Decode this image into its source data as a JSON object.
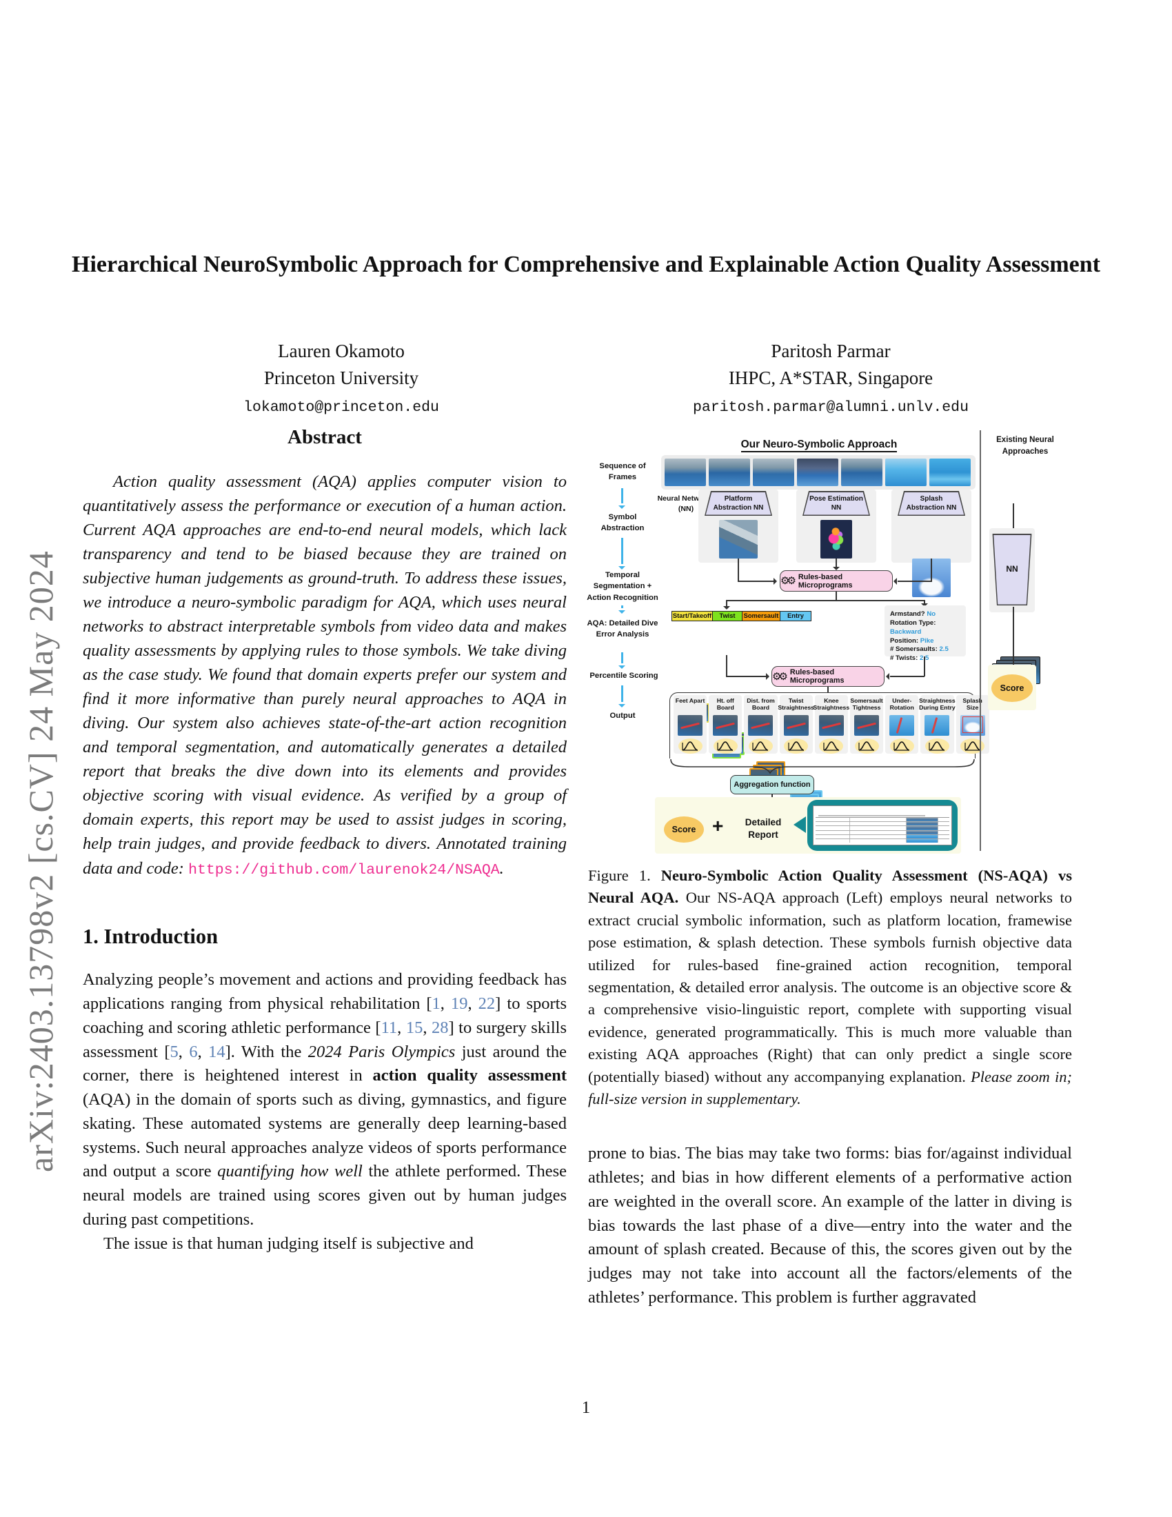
{
  "watermark": "arXiv:2403.13798v2  [cs.CV]  24 May 2024",
  "page_number": "1",
  "title": "Hierarchical NeuroSymbolic Approach for Comprehensive and Explainable Action Quality Assessment",
  "authors": [
    {
      "name": "Lauren Okamoto",
      "affiliation": "Princeton University",
      "email": "lokamoto@princeton.edu"
    },
    {
      "name": "Paritosh Parmar",
      "affiliation": "IHPC, A*STAR, Singapore",
      "email": "paritosh.parmar@alumni.unlv.edu"
    }
  ],
  "abstract": {
    "heading": "Abstract",
    "parts": [
      {
        "text": "Action quality assessment (AQA) applies computer vision to quantitatively assess the performance or execution of a human action. Current AQA approaches are end-to-end neural models, which lack transparency and tend to be biased because they are trained on subjective human judgements as ground-truth. To address these issues, we introduce a neuro-symbolic paradigm for AQA, which uses neural networks to abstract interpretable symbols from video data and makes quality assessments by applying rules to those symbols. We take diving as the case study. We found that domain experts prefer our system and find it more informative than purely neural approaches to AQA in diving. Our system also achieves state-of-the-art action recognition and temporal segmentation, and automatically generates a detailed report that breaks the dive down into its elements and provides objective scoring with visual evidence. As verified by a group of domain experts, this report may be used to assist judges in scoring, help train judges, and provide feedback to divers. Annotated training data and code: "
      },
      {
        "link": "https://github.com/laurenok24/NSAQA"
      },
      {
        "text": "."
      }
    ]
  },
  "intro": {
    "heading": "1. Introduction",
    "p1_parts": [
      {
        "text": "Analyzing people’s movement and actions and providing feedback has applications ranging from physical rehabilitation ["
      },
      {
        "cite": "1"
      },
      {
        "text": ", "
      },
      {
        "cite": "19"
      },
      {
        "text": ", "
      },
      {
        "cite": "22"
      },
      {
        "text": "] to sports coaching and scoring athletic performance ["
      },
      {
        "cite": "11"
      },
      {
        "text": ", "
      },
      {
        "cite": "15"
      },
      {
        "text": ", "
      },
      {
        "cite": "28"
      },
      {
        "text": "] to surgery skills assessment ["
      },
      {
        "cite": "5"
      },
      {
        "text": ", "
      },
      {
        "cite": "6"
      },
      {
        "text": ", "
      },
      {
        "cite": "14"
      },
      {
        "text": "]. With the "
      },
      {
        "italic": "2024 Paris Olympics"
      },
      {
        "text": " just around the corner, there is heightened interest in "
      },
      {
        "bold": "action quality assessment"
      },
      {
        "text": " (AQA) in the domain of sports such as diving, gymnastics, and figure skating. These automated systems are generally deep learning-based systems. Such neural approaches analyze videos of sports performance and output a score "
      },
      {
        "italic": "quantifying how well"
      },
      {
        "text": " the athlete performed. These neural models are trained using scores given out by human judges during past competitions."
      }
    ],
    "p2": "The issue is that human judging itself is subjective and"
  },
  "caption_parts": [
    {
      "text": "Figure 1.  "
    },
    {
      "bold": "Neuro-Symbolic Action Quality Assessment (NS-AQA) vs Neural AQA."
    },
    {
      "text": " Our NS-AQA approach (Left) employs neural networks to extract crucial symbolic information, such as platform location, framewise pose estimation, & splash detection. These symbols furnish objective data utilized for rules-based fine-grained action recognition, temporal segmentation, & detailed error analysis. The outcome is an objective score & a comprehensive visio-linguistic report, complete with supporting visual evidence, generated programmatically. This is much more valuable than existing AQA approaches (Right) that can only predict a single score (potentially biased) without any accompanying explanation. "
    },
    {
      "italic": "Please zoom in; full-size version in supplementary."
    }
  ],
  "right_para": "prone to bias. The bias may take two forms: bias for/against individual athletes; and bias in how different elements of a performative action are weighted in the overall score. An example of the latter in diving is bias towards the last phase of a dive—entry into the water and the amount of splash created. Because of this, the scores given out by the judges may not take into account all the factors/elements of the athletes’ performance. This problem is further aggravated",
  "figure": {
    "main_title": "Our Neuro-Symbolic Approach",
    "stages": [
      "Sequence of Frames",
      "Symbol Abstraction",
      "Temporal Segmentation + Action Recognition",
      "AQA: Detailed Dive Error Analysis",
      "Percentile Scoring",
      "Output"
    ],
    "nn_caption": "Neural Networks (NN)",
    "nn_trapezoids": [
      "Platform Abstraction NN",
      "Pose Estimation NN",
      "Splash Abstraction NN"
    ],
    "rules_box": "Rules-based Microprograms",
    "icons": {
      "gear": "⚙⚙"
    },
    "segments": [
      {
        "label": "Start/Takeoff",
        "color": "#f0e13c"
      },
      {
        "label": "Twist",
        "color": "#7de31d"
      },
      {
        "label": "Somersault",
        "color": "#f49c0b"
      },
      {
        "label": "Entry",
        "color": "#64c7f3"
      }
    ],
    "dive_attributes": [
      {
        "label": "Armstand?",
        "value": "No"
      },
      {
        "label": "Rotation Type:",
        "value": "Backward"
      },
      {
        "label": "Position:",
        "value": "Pike"
      },
      {
        "label": "# Somersaults:",
        "value": "2.5"
      },
      {
        "label": "# Twists:",
        "value": "2.5"
      }
    ],
    "error_items": [
      "Feet Apart",
      "Ht. off Board",
      "Dist. from Board",
      "Twist Straightness",
      "Knee Straightness",
      "Somersault Tightness",
      "Under-Rotation",
      "Straightness During Entry",
      "Splash Size"
    ],
    "aggregation": "Aggregation function",
    "output": {
      "score": "Score",
      "plus": "+",
      "report": "Detailed Report"
    },
    "existing": {
      "title": "Existing Neural Approaches",
      "nn": "NN",
      "score": "Score"
    },
    "colors": {
      "arrow_cyan": "#3eb3e9",
      "rules_pink": "#f9d3e7",
      "aggregation_teal": "#c2ebe9",
      "report_teal": "#158a93",
      "score_orange": "#f7c964",
      "attr_value_blue": "#2e9ad8",
      "cite_blue": "#5e82b5",
      "link_pink": "#ee2d90"
    }
  }
}
